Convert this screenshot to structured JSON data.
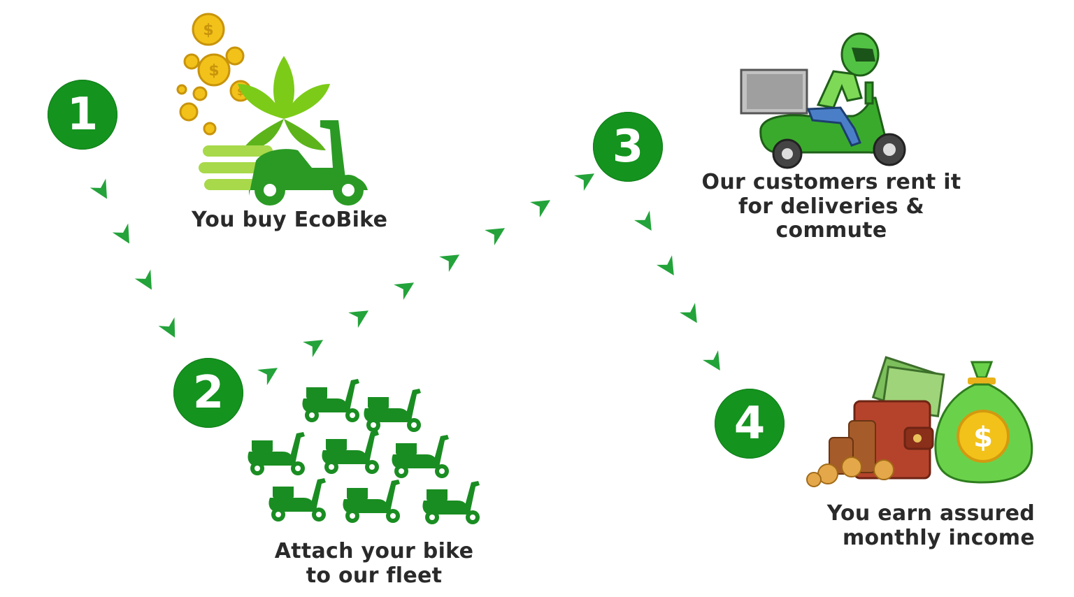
{
  "steps": [
    {
      "number": "1",
      "caption_line1": "You buy EcoBike"
    },
    {
      "number": "2",
      "caption_line1": "Attach your bike",
      "caption_line2": "to our fleet"
    },
    {
      "number": "3",
      "caption_line1": "Our customers rent it",
      "caption_line2": "for deliveries & commute"
    },
    {
      "number": "4",
      "caption_line1": "You earn assured",
      "caption_line2": "monthly income"
    }
  ],
  "icons": {
    "step1": "coins-leaves-scooter-icon",
    "step2": "scooter-fleet-icon",
    "step3": "delivery-rider-icon",
    "step4": "wallet-money-bag-icon"
  },
  "colors": {
    "step_circle": "#14931f",
    "arrow": "#23a33a",
    "scooter": "#1a8d22",
    "coin": "#f2c21a",
    "text": "#2a2a2a"
  }
}
